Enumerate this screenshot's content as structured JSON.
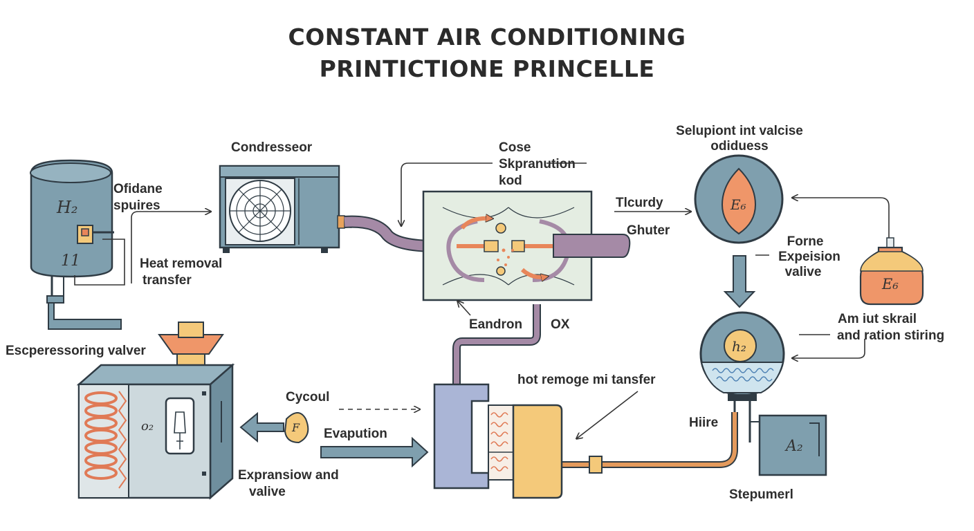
{
  "title": {
    "line1": "CONSTANT AIR CONDITIONING",
    "line2": "PRINTICTIONE PRINCELLE"
  },
  "labels": {
    "condenser": "Condresseor",
    "ofidane_1": "Ofidane",
    "ofidane_2": "spuires",
    "heat_removal_1": "Heat removal",
    "heat_removal_2": "transfer",
    "cose_1": "Cose",
    "cose_2": "Skpranution",
    "cose_3": "kod",
    "selupiont_1": "Selupiont int valcise",
    "selupiont_2": "odiduess",
    "tlcurdy": "Tlcurdy",
    "ghuter": "Ghuter",
    "forne_1": "Forne",
    "forne_2": "Expeision",
    "forne_3": "valive",
    "eandron": "Eandron",
    "ox": "OX",
    "am_iut_1": "Am iut skrail",
    "am_iut_2": "and ration stiring",
    "escpersessoring": "Escperessoring valver",
    "hot_remoge": "hot remoge mi tansfer",
    "cycoul": "Cycoul",
    "evapution": "Evapution",
    "expransiow_1": "Expransiow and",
    "expransiow_2": "valive",
    "hiire": "Hiire",
    "stepumerl": "Stepumerl"
  },
  "glyphs": {
    "tank_h2": "H₂",
    "tank_num": "11",
    "sphere_e6": "E₆",
    "jar_e6": "E₆",
    "sphere_h2": "h₂",
    "box_o2": "o₂",
    "pod_f": "F",
    "box_a2": "A₂"
  },
  "colors": {
    "steel_blue": "#7f9fae",
    "dark_outline": "#2f3b44",
    "pipe_purple": "#a58aa6",
    "coil_orange": "#e08a5a",
    "orange_fill": "#ef9669",
    "yellow_fill": "#f4c97a",
    "panel_green": "#e4ede2",
    "lavender": "#aab5d6",
    "copper": "#e49a5c"
  }
}
